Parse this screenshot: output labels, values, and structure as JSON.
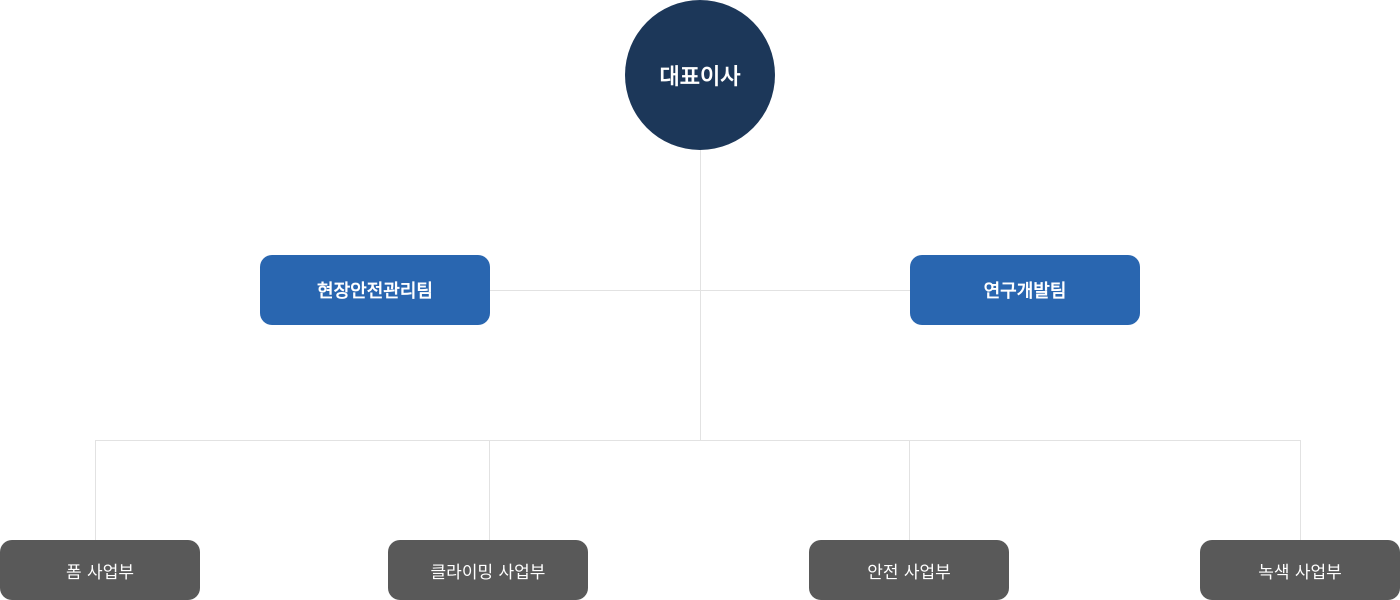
{
  "ceo": {
    "label": "대표이사"
  },
  "teams": [
    {
      "label": "현장안전관리팀"
    },
    {
      "label": "연구개발팀"
    }
  ],
  "divisions": [
    {
      "label": "폼 사업부"
    },
    {
      "label": "클라이밍 사업부"
    },
    {
      "label": "안전 사업부"
    },
    {
      "label": "녹색 사업부"
    }
  ],
  "colors": {
    "ceo": "#1c3759",
    "team": "#2966b0",
    "division": "#595959",
    "connector": "#e2e2e2"
  }
}
